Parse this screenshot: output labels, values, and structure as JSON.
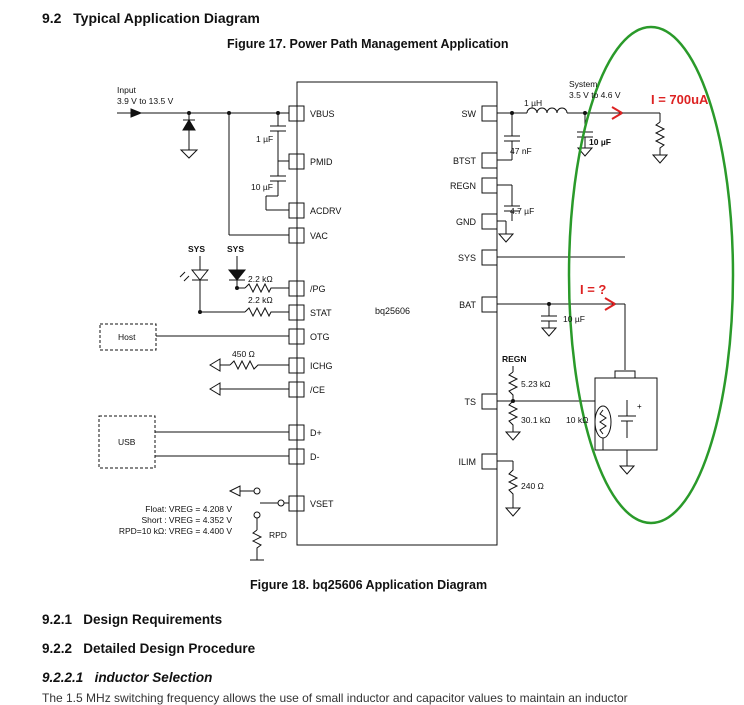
{
  "section": {
    "number": "9.2",
    "title": "Typical Application Diagram"
  },
  "figure17": {
    "caption": "Figure 17.  Power Path Management Application"
  },
  "figure18": {
    "caption": "Figure 18.  bq25606 Application Diagram"
  },
  "schematic": {
    "input_label": "Input",
    "input_range": "3.9 V to  13.5 V",
    "system_label": "System",
    "system_range": "3.5 V to  4.6 V",
    "chip_name": "bq25606",
    "left_pins": [
      "VBUS",
      "PMID",
      "ACDRV",
      "VAC",
      "/PG",
      "STAT",
      "OTG",
      "ICHG",
      "/CE",
      "D+",
      "D-",
      "VSET"
    ],
    "right_pins": [
      "SW",
      "BTST",
      "REGN",
      "GND",
      "SYS",
      "BAT",
      "TS",
      "ILIM"
    ],
    "components": {
      "c_vbus": "1 µF",
      "c_pmid": "10 µF",
      "sys_led1": "SYS",
      "sys_led2": "SYS",
      "r_pg": "2.2 kΩ",
      "r_stat": "2.2 kΩ",
      "host": "Host",
      "r_ichg": "450 Ω",
      "usb": "USB",
      "inductor": "1 µH",
      "c_btst": "47 nF",
      "c_sys": "10 µF",
      "c_regn": "4.7 µF",
      "c_bat": "10 µF",
      "regn_label": "REGN",
      "r_ts_top": "5.23 kΩ",
      "r_ts_bot": "30.1 kΩ",
      "ntc": "10 kΩ",
      "r_ilim": "240 Ω",
      "r_pd": "RPD",
      "vset_float": "Float: VREG = 4.208 V",
      "vset_short": "Short : VREG = 4.352 V",
      "vset_rpd": "RPD=10 kΩ: VREG = 4.400 V"
    },
    "annotations": {
      "current_out": "I = 700uA",
      "current_bat": "I = ?"
    }
  },
  "subsections": [
    {
      "number": "9.2.1",
      "title": "Design Requirements"
    },
    {
      "number": "9.2.2",
      "title": "Detailed Design Procedure"
    }
  ],
  "subsubsection": {
    "number": "9.2.2.1",
    "title": "inductor Selection"
  },
  "body_cut_text": "The 1.5 MHz switching frequency allows the use of small inductor and capacitor values to maintain an inductor"
}
